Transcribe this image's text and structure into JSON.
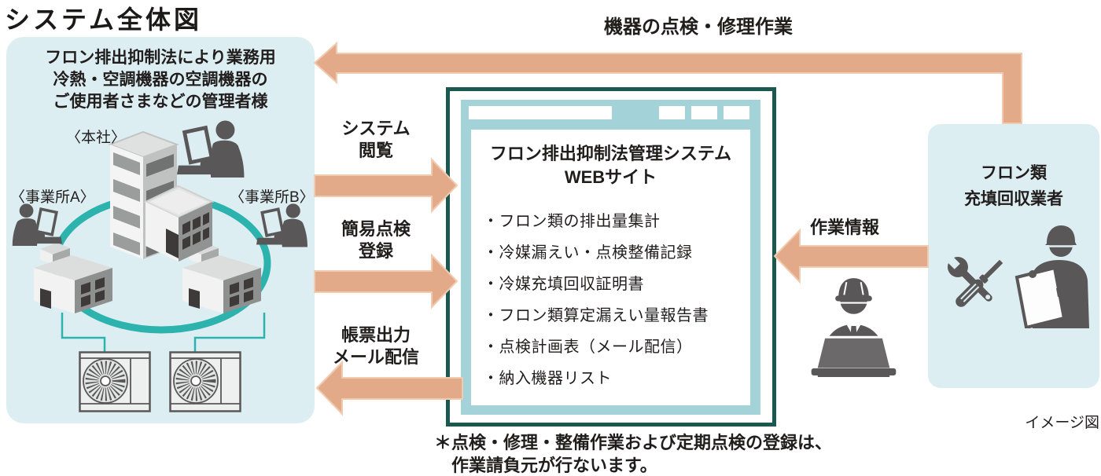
{
  "title": "システム全体図",
  "left_panel": {
    "heading_lines": [
      "フロン排出抑制法により業務用",
      "冷熱・空調機器の空調機器の",
      "ご使用者さまなどの管理者様"
    ],
    "site_labels": {
      "head_office": "〈本社〉",
      "office_a": "〈事業所A〉",
      "office_b": "〈事業所B〉"
    }
  },
  "flows": {
    "equipment_work": "機器の点検・修理作業",
    "system_view_lines": [
      "システム",
      "閲覧"
    ],
    "simple_check_lines": [
      "簡易点検",
      "登録"
    ],
    "report_output_lines": [
      "帳票出力",
      "メール配信"
    ],
    "work_info": "作業情報"
  },
  "browser": {
    "title_lines": [
      "フロン排出抑制法管理システム",
      "WEBサイト"
    ],
    "items": [
      "・フロン類の排出量集計",
      "・冷媒漏えい・点検整備記録",
      "・冷媒充填回収証明書",
      "・フロン類算定漏えい量報告書",
      "・点検計画表（メール配信）",
      "・納入機器リスト"
    ]
  },
  "right_panel": {
    "heading_lines": [
      "フロン類",
      "充填回収業者"
    ]
  },
  "note_lines": [
    "＊点検・修理・整備作業および定期点検の登録は、",
    "作業請負元が行ないます。"
  ],
  "caption": "イメージ図",
  "colors": {
    "arrow": "#e3aa8a",
    "arrow_edge": "#f1cbb0",
    "panel_bg": "#ddeef2",
    "network_ring": "#2cb3ad",
    "browser_border": "#1b584f",
    "browser_frame": "#a3d2d9",
    "icon_gray": "#595757"
  }
}
